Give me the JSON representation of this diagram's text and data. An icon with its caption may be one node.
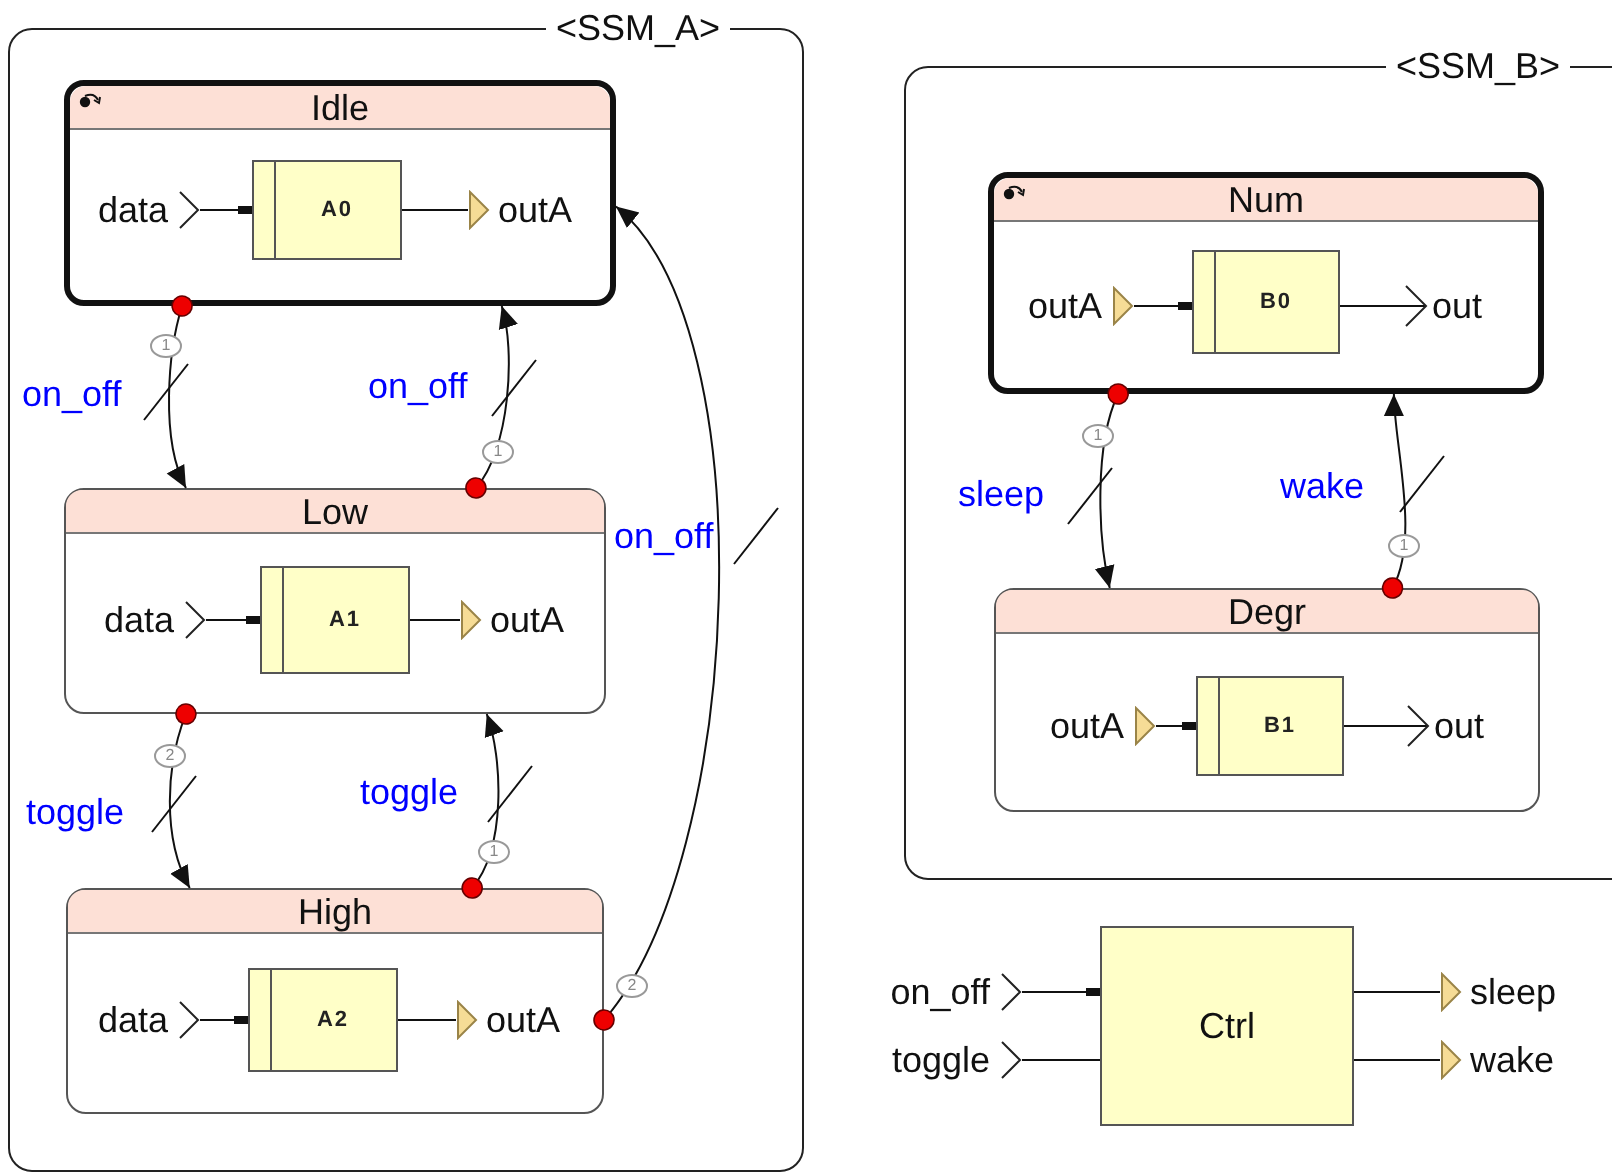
{
  "diagram": {
    "nodes": [
      {
        "text": [
          "<SSM_A>"
        ]
      },
      {
        "text": [
          "Idle"
        ],
        "in": 0
      },
      {
        "text": [
          "data"
        ],
        "in": 1
      },
      {
        "text": [
          "A0"
        ],
        "in": 1
      },
      {
        "text": [
          "outA"
        ],
        "in": 1
      },
      {
        "text": [
          "Low"
        ],
        "in": 0
      },
      {
        "text": [
          "data"
        ],
        "in": 5
      },
      {
        "text": [
          "A1"
        ],
        "in": 5
      },
      {
        "text": [
          "outA"
        ],
        "in": 5
      },
      {
        "text": [
          "High"
        ],
        "in": 0
      },
      {
        "text": [
          "data"
        ],
        "in": 9
      },
      {
        "text": [
          "A2"
        ],
        "in": 9
      },
      {
        "text": [
          "outA"
        ],
        "in": 9
      },
      {
        "text": [
          "<SSM_B>"
        ]
      },
      {
        "text": [
          "Num"
        ],
        "in": 13
      },
      {
        "text": [
          "outA"
        ],
        "in": 14
      },
      {
        "text": [
          "B0"
        ],
        "in": 14
      },
      {
        "text": [
          "out"
        ],
        "in": 14
      },
      {
        "text": [
          "Degr"
        ],
        "in": 13
      },
      {
        "text": [
          "outA"
        ],
        "in": 18
      },
      {
        "text": [
          "B1"
        ],
        "in": 18
      },
      {
        "text": [
          "out"
        ],
        "in": 18
      },
      {
        "text": [
          "on_off"
        ]
      },
      {
        "text": [
          "toggle"
        ]
      },
      {
        "text": [
          "Ctrl"
        ]
      },
      {
        "text": [
          "sleep"
        ]
      },
      {
        "text": [
          "wake"
        ]
      }
    ],
    "edges": [
      {
        "from": 1,
        "to": 5,
        "arrow": "to",
        "label": "on_off"
      },
      {
        "from": 5,
        "to": 1,
        "arrow": "to",
        "label": "on_off"
      },
      {
        "from": 5,
        "to": 9,
        "arrow": "to",
        "label": "toggle"
      },
      {
        "from": 9,
        "to": 5,
        "arrow": "to",
        "label": "toggle"
      },
      {
        "from": 9,
        "to": 1,
        "arrow": "to",
        "label": "on_off"
      },
      {
        "from": 14,
        "to": 18,
        "arrow": "to",
        "label": "sleep"
      },
      {
        "from": 18,
        "to": 14,
        "arrow": "to",
        "label": "wake"
      },
      {
        "from": 2,
        "to": 3,
        "arrow": "other"
      },
      {
        "from": 3,
        "to": 4,
        "arrow": "none"
      },
      {
        "from": 6,
        "to": 7,
        "arrow": "other"
      },
      {
        "from": 7,
        "to": 8,
        "arrow": "none"
      },
      {
        "from": 10,
        "to": 11,
        "arrow": "other"
      },
      {
        "from": 11,
        "to": 12,
        "arrow": "none"
      },
      {
        "from": 15,
        "to": 16,
        "arrow": "other"
      },
      {
        "from": 16,
        "to": 17,
        "arrow": "to"
      },
      {
        "from": 19,
        "to": 20,
        "arrow": "other"
      },
      {
        "from": 20,
        "to": 21,
        "arrow": "to"
      },
      {
        "from": 22,
        "to": 24,
        "arrow": "other"
      },
      {
        "from": 23,
        "to": 24,
        "arrow": "none"
      },
      {
        "from": 24,
        "to": 25,
        "arrow": "none"
      },
      {
        "from": 24,
        "to": 26,
        "arrow": "none"
      }
    ],
    "labels": [
      "1",
      "1",
      "2",
      "1",
      "2",
      "1",
      "1"
    ]
  }
}
